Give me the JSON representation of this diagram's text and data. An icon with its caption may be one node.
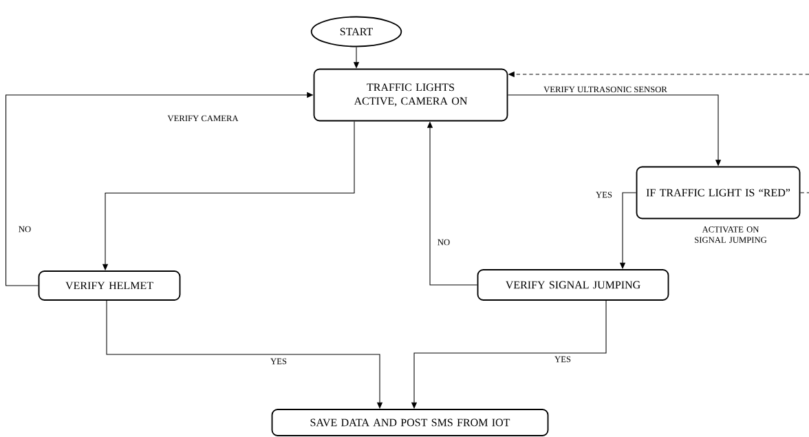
{
  "diagram": {
    "nodes": [
      {
        "text": [
          "START"
        ]
      },
      {
        "text": [
          "TRAFFIC LIGHTS ACTIVE, CAMERA ON"
        ]
      },
      {
        "text": [
          "IF TRAFFIC LIGHT IS “RED”"
        ],
        "beside": [
          "ACTIVATE ON SIGNAL JUMPING"
        ]
      },
      {
        "text": [
          "VERIFY HELMET"
        ]
      },
      {
        "text": [
          "VERIFY SIGNAL JUMPING"
        ]
      },
      {
        "text": [
          "SAVE DATA AND POST SMS FROM IOT"
        ]
      }
    ],
    "edges": [
      {
        "from": 0,
        "to": 1,
        "arrow": "to"
      },
      {
        "from": 1,
        "to": 3,
        "arrow": "to"
      },
      {
        "from": 3,
        "to": 1,
        "arrow": "to",
        "label": "NO"
      },
      {
        "from": 1,
        "to": 2,
        "arrow": "to",
        "label": "VERIFY ULTRASONIC SENSOR"
      },
      {
        "from": 2,
        "to": 4,
        "arrow": "to",
        "label": "YES"
      },
      {
        "from": 4,
        "to": 1,
        "arrow": "to",
        "label": "NO"
      },
      {
        "from": 3,
        "to": 5,
        "arrow": "to",
        "label": "YES"
      },
      {
        "from": 4,
        "to": 5,
        "arrow": "to",
        "label": "YES"
      },
      {
        "from": null,
        "to": 1,
        "arrow": "to",
        "style": "dashed"
      },
      {
        "from": 2,
        "to": null,
        "arrow": "none",
        "style": "dashed"
      }
    ],
    "labels": [
      "VERIFY CAMERA"
    ]
  }
}
